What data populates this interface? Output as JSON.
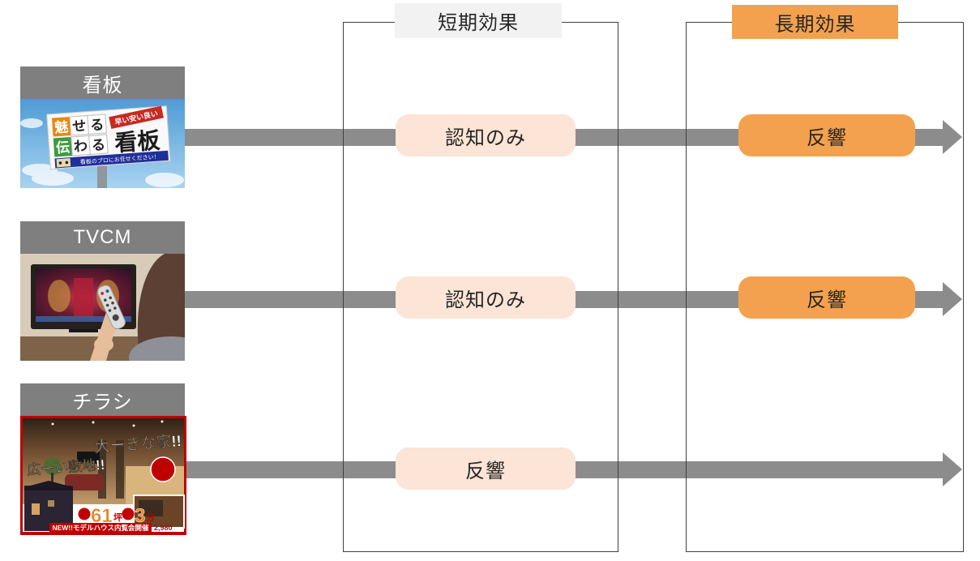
{
  "diagram": {
    "columns": {
      "short_term": {
        "label": "短期効果"
      },
      "long_term": {
        "label": "長期効果"
      }
    },
    "rows": [
      {
        "channel": "看板",
        "short_term": "認知のみ",
        "long_term": "反響"
      },
      {
        "channel": "TVCM",
        "short_term": "認知のみ",
        "long_term": "反響"
      },
      {
        "channel": "チラシ",
        "short_term": "反響"
      }
    ]
  },
  "images": {
    "billboard": {
      "word1_char1": "魅",
      "word1_rest1": "せ",
      "word1_rest2": "る",
      "word2_char1": "伝",
      "word2_rest1": "わ",
      "word2_rest2": "る",
      "big_word": "看板",
      "ribbon": "早い安い良い",
      "strip": "看板のプロにお任せください！"
    },
    "flyer": {
      "headline1": "広ーい敷地!!",
      "headline2": "大ーきな家!!",
      "area_value": "61",
      "area_unit": "坪",
      "walk_value": "3",
      "walk_unit": "分",
      "event": "NEW!!モデルハウス内覧会開催",
      "price": "2,980"
    }
  },
  "colors": {
    "accent_orange": "#f3a14e",
    "peach": "#fce4d6",
    "arrow_gray": "#8c8c8c",
    "channel_bar_gray": "#7f7f7f",
    "short_header_bg": "#f2f2f2",
    "box_border": "#3f3f3f"
  }
}
